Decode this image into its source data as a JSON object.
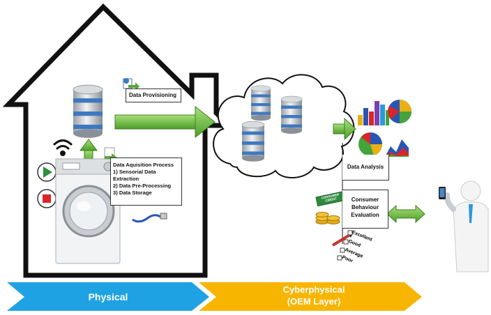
{
  "house": {
    "data_provisioning": "Data Provisioning",
    "process_box": {
      "title": "Data Aquisition Process",
      "items": [
        "1) Sensorial Data Extraction",
        "2) Data Pre-Processing",
        "3) Data Storage"
      ]
    }
  },
  "right": {
    "data_analysis": "Data Analysis",
    "consumer_eval": [
      "Consumer",
      "Behaviour",
      "Evaluation"
    ],
    "coupon_text": "CONSUMER CREDIT",
    "checklist": [
      "Excellent",
      "Good",
      "Average",
      "Poor"
    ]
  },
  "bottom": {
    "physical": "Physical",
    "cyberphysical": [
      "Cyberphysical",
      "(OEM Layer)"
    ]
  },
  "colors": {
    "physical_chevron": "#1fa2e3",
    "cyber_chevron": "#f8b500",
    "arrow_green": "#6fbf3e",
    "db_blue": "#4a86c8"
  }
}
